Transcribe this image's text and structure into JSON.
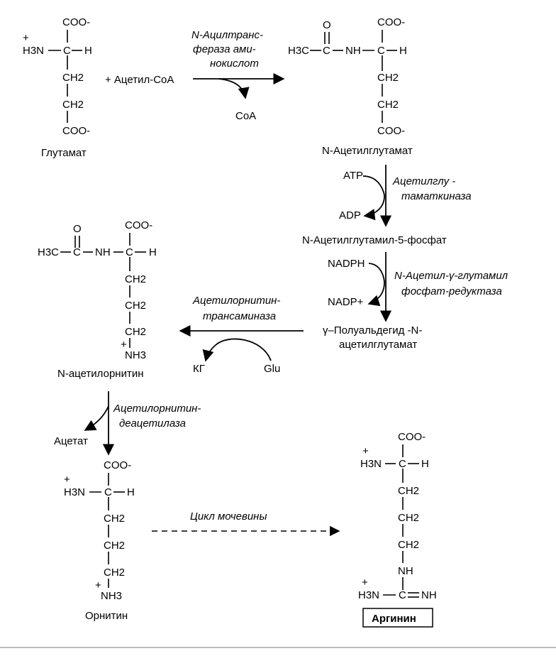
{
  "molecules": {
    "glutamate": {
      "name": "Глутамат",
      "coo_top": "COO-",
      "h3n": "H3N",
      "h": "H",
      "ch2": "CH2",
      "coo_bottom": "COO-"
    },
    "acetylglutamate": {
      "name": "N-Ацетилглутамат",
      "o": "O",
      "h3c": "H3C",
      "nh": "NH",
      "h": "H",
      "coo_top": "COO-",
      "ch2": "CH2",
      "coo_bottom": "COO-"
    },
    "acetylglutamyl_phosphate": {
      "name": "N-Ацетилглутамил-5-фосфат"
    },
    "semialdehyde": {
      "name_line1": "γ–Полуальдегид -N-",
      "name_line2": "ацетилглутамат"
    },
    "acetylornithine": {
      "name": "N-ацетилорнитин",
      "o": "O",
      "h3c": "H3C",
      "nh": "NH",
      "h": "H",
      "coo_top": "COO-",
      "ch2": "CH2",
      "nh3": "NH3"
    },
    "ornithine": {
      "name": "Орнитин",
      "coo_top": "COO-",
      "h3n": "H3N",
      "h": "H",
      "ch2": "CH2",
      "nh3": "NH3"
    },
    "arginine": {
      "name": "Аргинин",
      "coo_top": "COO-",
      "h3n": "H3N",
      "h": "H",
      "ch2": "CH2",
      "nh": "NH",
      "nh_imine": "NH"
    }
  },
  "reagents": {
    "acetyl_coa": "+ Ацетил-CoA",
    "coa": "CoA",
    "atp": "ATP",
    "adp": "ADP",
    "nadph": "NADPH",
    "nadp": "NADP+",
    "glu": "Glu",
    "kg": "КГ",
    "acetate": "Ацетат"
  },
  "enzymes": {
    "acyltransferase": [
      "N-Ацилтранс-",
      "фераза ами-",
      "нокислот"
    ],
    "kinase": [
      "Ацетилглу -",
      "таматкиназа"
    ],
    "reductase": [
      "N-Ацетил-γ-глутамил",
      "фосфат-редуктаза"
    ],
    "transaminase": [
      "Ацетилорнитин-",
      "трансаминаза"
    ],
    "deacetylase": [
      "Ацетилорнитин-",
      "деацетилаза"
    ],
    "urea_cycle": "Цикл мочевины"
  }
}
